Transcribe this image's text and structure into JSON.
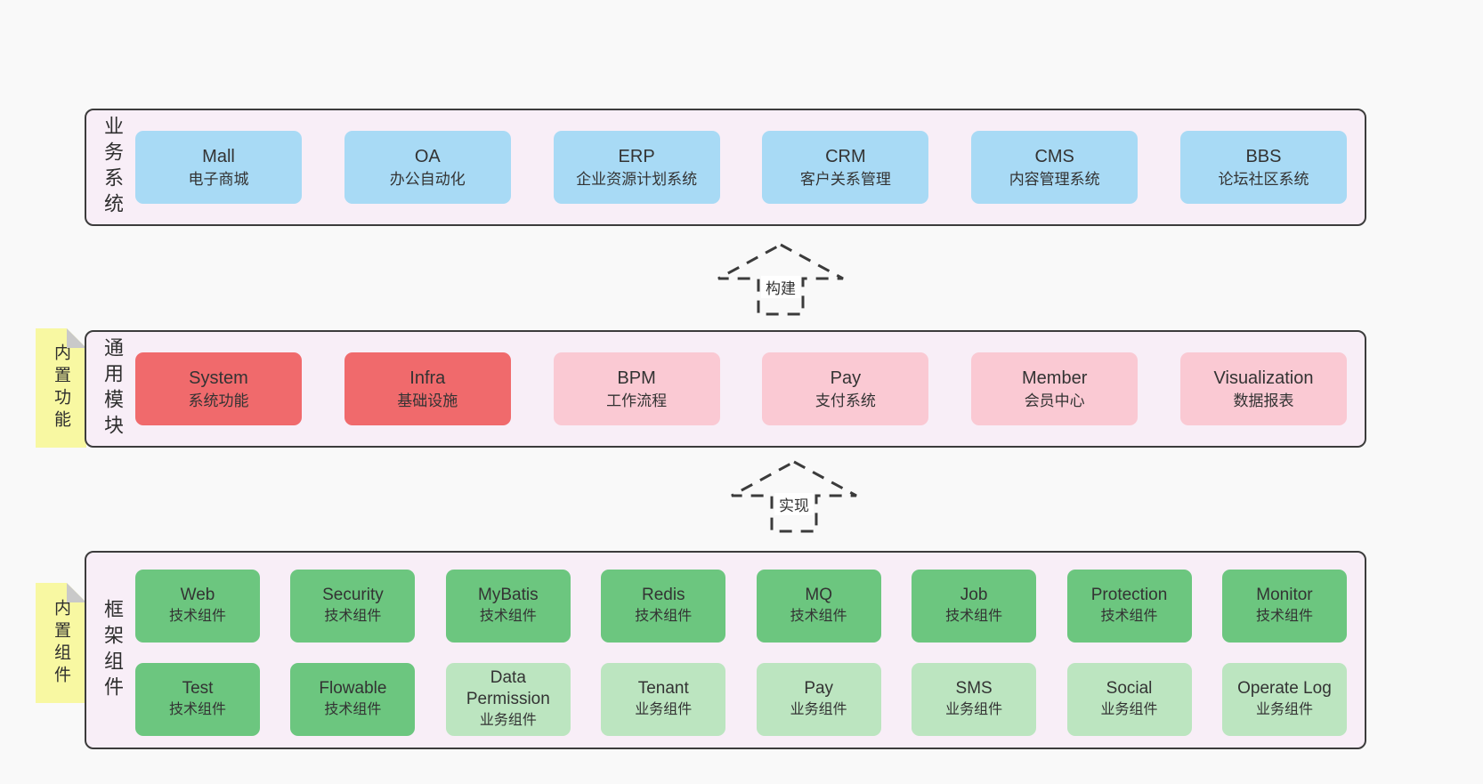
{
  "diagram": {
    "arrows": [
      {
        "label": "构建"
      },
      {
        "label": "实现"
      }
    ],
    "layers": {
      "business": {
        "label": "业务系统",
        "boxes": [
          {
            "name": "Mall",
            "desc": "电子商城"
          },
          {
            "name": "OA",
            "desc": "办公自动化"
          },
          {
            "name": "ERP",
            "desc": "企业资源计划系统"
          },
          {
            "name": "CRM",
            "desc": "客户关系管理"
          },
          {
            "name": "CMS",
            "desc": "内容管理系统"
          },
          {
            "name": "BBS",
            "desc": "论坛社区系统"
          }
        ]
      },
      "modules": {
        "label": "通用模块",
        "sticky": "内置功能",
        "boxes": [
          {
            "name": "System",
            "desc": "系统功能"
          },
          {
            "name": "Infra",
            "desc": "基础设施"
          },
          {
            "name": "BPM",
            "desc": "工作流程"
          },
          {
            "name": "Pay",
            "desc": "支付系统"
          },
          {
            "name": "Member",
            "desc": "会员中心"
          },
          {
            "name": "Visualization",
            "desc": "数据报表"
          }
        ]
      },
      "components": {
        "label": "框架组件",
        "sticky": "内置组件",
        "row1": [
          {
            "name": "Web",
            "desc": "技术组件"
          },
          {
            "name": "Security",
            "desc": "技术组件"
          },
          {
            "name": "MyBatis",
            "desc": "技术组件"
          },
          {
            "name": "Redis",
            "desc": "技术组件"
          },
          {
            "name": "MQ",
            "desc": "技术组件"
          },
          {
            "name": "Job",
            "desc": "技术组件"
          },
          {
            "name": "Protection",
            "desc": "技术组件"
          },
          {
            "name": "Monitor",
            "desc": "技术组件"
          }
        ],
        "row2": [
          {
            "name": "Test",
            "desc": "技术组件"
          },
          {
            "name": "Flowable",
            "desc": "技术组件"
          },
          {
            "name": "Data Permission",
            "desc": "业务组件"
          },
          {
            "name": "Tenant",
            "desc": "业务组件"
          },
          {
            "name": "Pay",
            "desc": "业务组件"
          },
          {
            "name": "SMS",
            "desc": "业务组件"
          },
          {
            "name": "Social",
            "desc": "业务组件"
          },
          {
            "name": "Operate Log",
            "desc": "业务组件"
          }
        ]
      }
    },
    "colors": {
      "box_blue": "#a8daf5",
      "box_red": "#f06a6c",
      "box_pink": "#fac9d3",
      "box_green": "#6cc67f",
      "box_light_green": "#bce5c0",
      "panel_bg": "#f8eef7",
      "panel_border": "#3c3c3c",
      "sticky_bg": "#f8f8a2",
      "sticky_fold": "#c9c9c9",
      "page_bg": "#f9f9f9",
      "text": "#333333"
    }
  }
}
